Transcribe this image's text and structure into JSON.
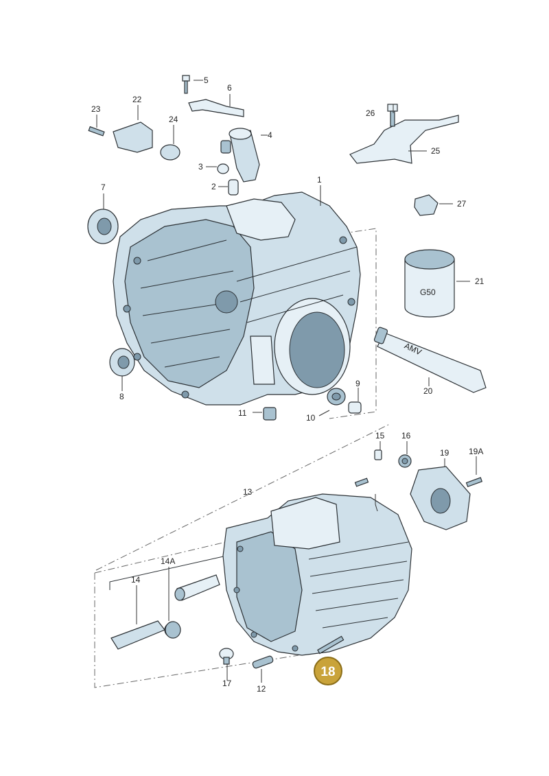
{
  "callouts": {
    "c1": "1",
    "c2": "2",
    "c3": "3",
    "c4": "4",
    "c5": "5",
    "c6": "6",
    "c7": "7",
    "c8": "8",
    "c9": "9",
    "c10": "10",
    "c11": "11",
    "c12": "12",
    "c13": "13",
    "c14": "14",
    "c14a": "14A",
    "c15": "15",
    "c16": "16",
    "c17": "17",
    "c19": "19",
    "c19a": "19A",
    "c20": "20",
    "c21": "21",
    "c22": "22",
    "c23": "23",
    "c24": "24",
    "c25": "25",
    "c26": "26",
    "c27": "27"
  },
  "highlight": {
    "label": "18",
    "color": "#c9a33a",
    "border": "#8a6d18"
  },
  "part_labels": {
    "can": "G50",
    "tube": "AMV"
  },
  "colors": {
    "part_fill": "#cfe0ea",
    "outline": "#2a2f33"
  }
}
